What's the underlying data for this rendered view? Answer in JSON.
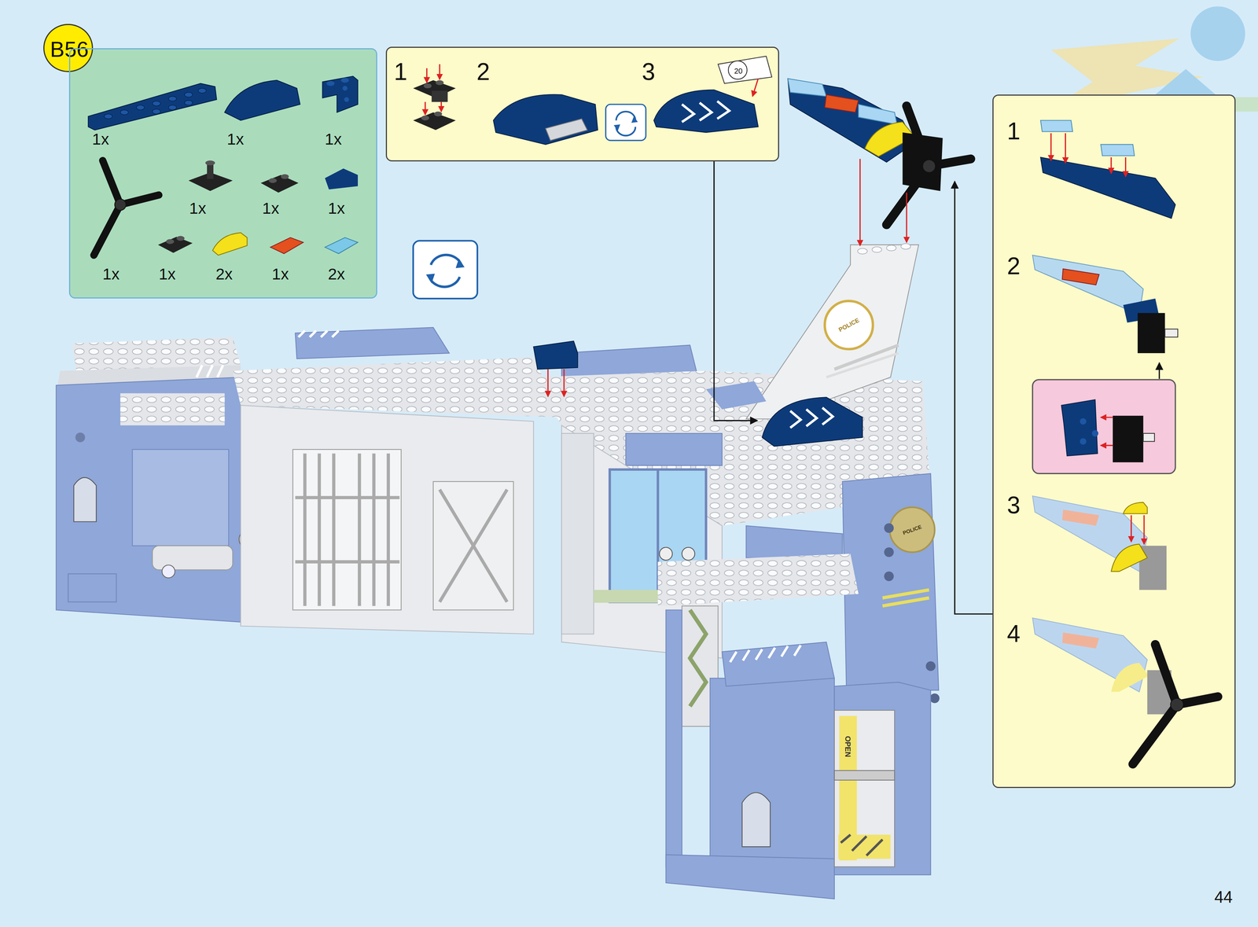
{
  "diagram": {
    "nodes": [
      {
        "text": [
          "B56"
        ]
      },
      {
        "text": [
          "1x",
          "1x",
          "1x",
          "1x",
          "1x",
          "1x",
          "1x",
          "1x",
          "2x",
          "1x",
          "2x"
        ]
      },
      {
        "text": [
          "1",
          "2",
          "3"
        ]
      },
      {
        "text": [
          "20"
        ],
        "in": 2
      },
      {
        "text": [
          "1",
          "2",
          "3",
          "4"
        ]
      }
    ],
    "labels": [
      "POLICE",
      "POLICE",
      "OPEN",
      "44"
    ]
  }
}
